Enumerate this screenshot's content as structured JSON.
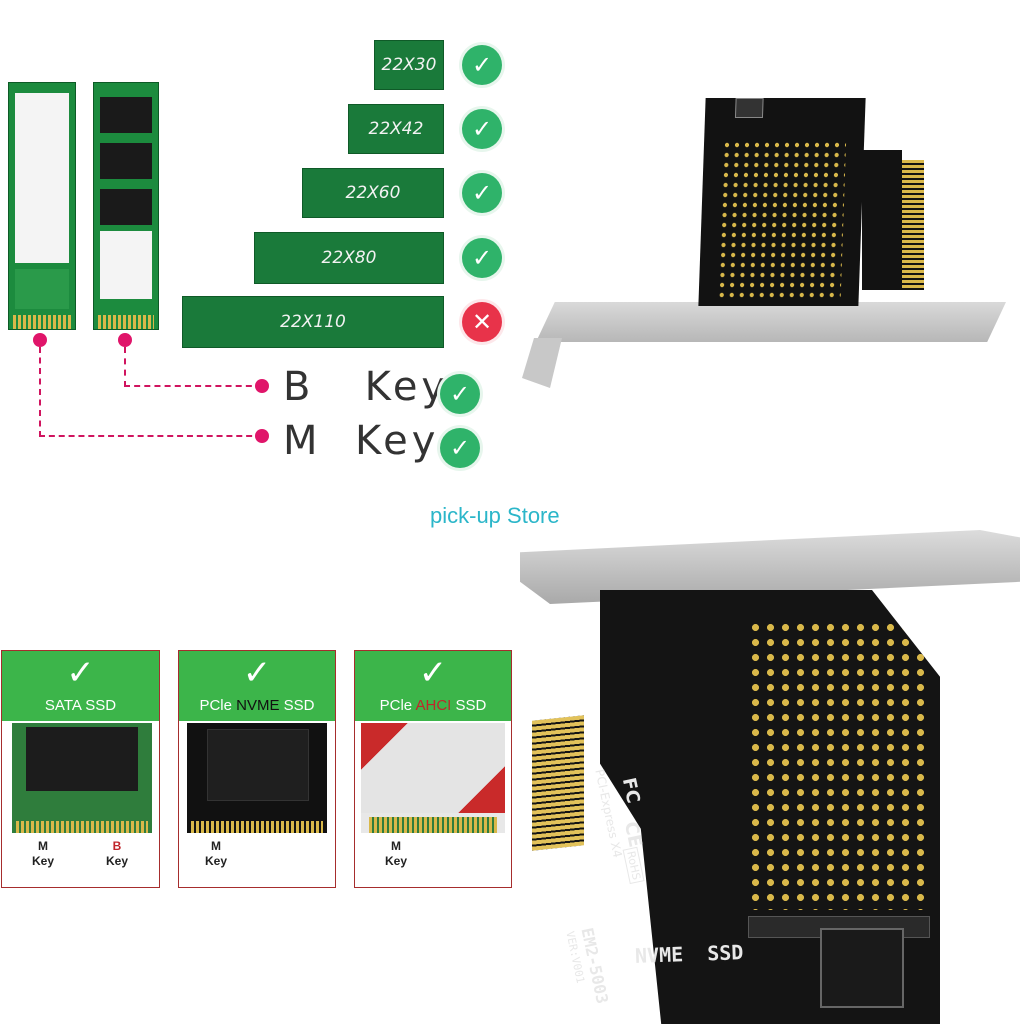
{
  "sizes": [
    {
      "label": "22X30",
      "supported": true
    },
    {
      "label": "22X42",
      "supported": true
    },
    {
      "label": "22X60",
      "supported": true
    },
    {
      "label": "22X80",
      "supported": true
    },
    {
      "label": "22X110",
      "supported": false
    }
  ],
  "keys": [
    {
      "label": "B   Key",
      "supported": true
    },
    {
      "label": "M  Key",
      "supported": true
    }
  ],
  "watermark": "pick-up Store",
  "cards": [
    {
      "title_parts": [
        "SATA SSD",
        "",
        ""
      ],
      "keys": [
        {
          "letter": "M",
          "word": "Key"
        },
        {
          "letter": "B",
          "word": "Key"
        }
      ]
    },
    {
      "title_parts": [
        "PCle ",
        "NVME",
        " SSD"
      ],
      "keys": [
        {
          "letter": "M",
          "word": "Key"
        }
      ]
    },
    {
      "title_parts": [
        "PCle ",
        "AHCI",
        " SSD"
      ],
      "keys": [
        {
          "letter": "M",
          "word": "Key"
        }
      ]
    }
  ],
  "board_bottom": {
    "nvme_text": "NVME  SSD",
    "model": "EM2-5003",
    "version": "VER:V001",
    "pci_text": "PCI-Express X4",
    "rohs": "RoHS",
    "fc": "FC",
    "ce": "CE"
  },
  "icons": {
    "check": "check-icon",
    "cross": "cross-icon"
  },
  "colors": {
    "green": "#2fb36a",
    "red": "#e8334a",
    "pink": "#e0156a",
    "pcb": "#111111",
    "gold": "#d9b84a"
  }
}
